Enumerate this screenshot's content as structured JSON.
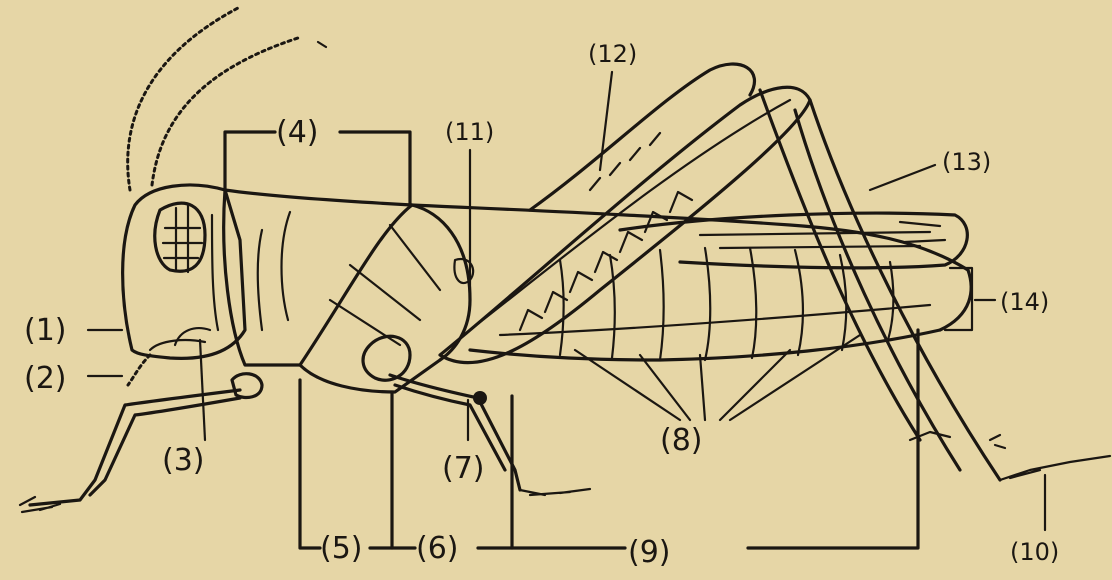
{
  "diagram": {
    "background_color": "#e6d6a6",
    "ink_color": "#1b1712",
    "labels": {
      "l1": "(1)",
      "l2": "(2)",
      "l3": "(3)",
      "l4": "(4)",
      "l5": "(5)",
      "l6": "(6)",
      "l7": "(7)",
      "l8": "(8)",
      "l9": "(9)",
      "l10": "(10)",
      "l11": "(11)",
      "l12": "(12)",
      "l13": "(13)",
      "l14": "(14)"
    }
  }
}
